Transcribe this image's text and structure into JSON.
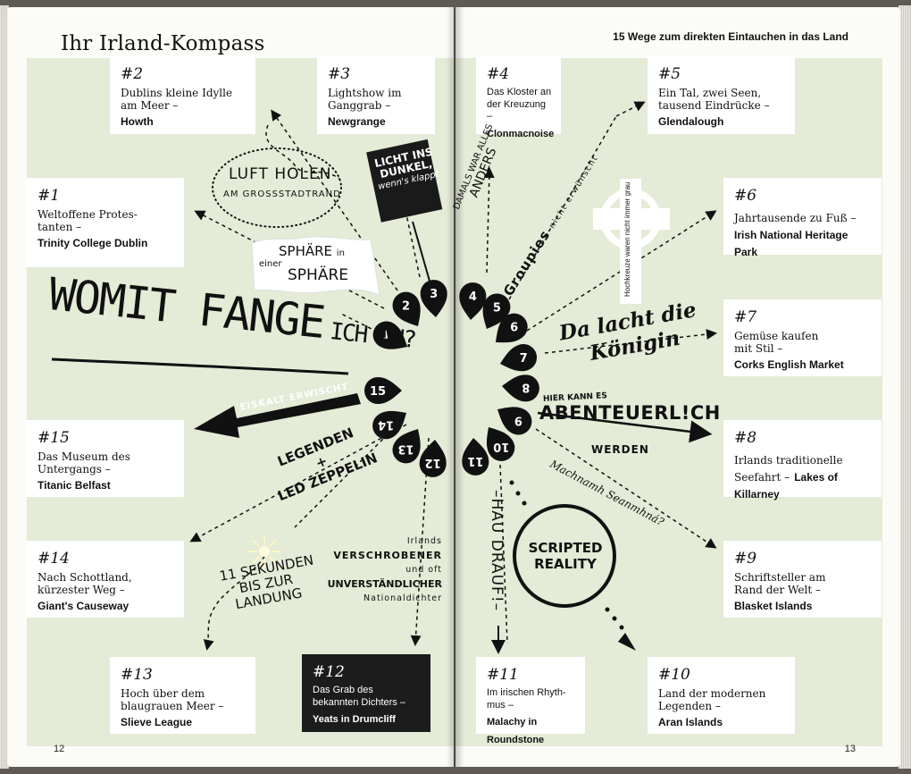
{
  "left_page": {
    "title": "Ihr Irland-Kompass",
    "page_number": "12",
    "headline": "WOMIT FANGE ICH AN?",
    "headline_main": "WOMIT FANGE",
    "headline_small": "ICH AN?"
  },
  "right_page": {
    "subtitle": "15 Wege zum direkten Eintauchen in das Land",
    "page_number": "13"
  },
  "entries": [
    {
      "num": "#1",
      "text": "Weltoffene Protes-tanten –",
      "place": "Trinity College Dublin"
    },
    {
      "num": "#2",
      "text": "Dublins kleine Idylle am Meer –",
      "place": "Howth"
    },
    {
      "num": "#3",
      "text": "Lightshow im Ganggrab –",
      "place": "Newgrange"
    },
    {
      "num": "#4",
      "text": "Das Kloster an der Kreuzung –",
      "place": "Clonmacnoise"
    },
    {
      "num": "#5",
      "text": "Ein Tal, zwei Seen, tausend Eindrücke –",
      "place": "Glendalough"
    },
    {
      "num": "#6",
      "text": "Jahrtausende zu Fuß –",
      "place": "Irish National Heritage Park"
    },
    {
      "num": "#7",
      "text": "Gemüse kaufen mit Stil –",
      "place": "Corks English Market"
    },
    {
      "num": "#8",
      "text": "Irlands traditionelle Seefahrt –",
      "place": "Lakes of Killarney"
    },
    {
      "num": "#9",
      "text": "Schriftsteller am Rand der Welt –",
      "place": "Blasket Islands"
    },
    {
      "num": "#10",
      "text": "Land der modernen Legenden –",
      "place": "Aran Islands"
    },
    {
      "num": "#11",
      "text": "Im irischen Rhyth-mus –",
      "place": "Malachy in Roundstone"
    },
    {
      "num": "#12",
      "text": "Das Grab des bekannten Dichters –",
      "place": "Yeats in Drumcliff"
    },
    {
      "num": "#13",
      "text": "Hoch über dem blaugrauen Meer –",
      "place": "Slieve League"
    },
    {
      "num": "#14",
      "text": "Nach Schottland, kürzester Weg –",
      "place": "Giant's Causeway"
    },
    {
      "num": "#15",
      "text": "Das Museum des Untergangs –",
      "place": "Titanic Belfast"
    }
  ],
  "pins": [
    "1",
    "2",
    "3",
    "4",
    "5",
    "6",
    "7",
    "8",
    "9",
    "10",
    "11",
    "12",
    "13",
    "14",
    "15"
  ],
  "annotations": {
    "luft_holen": "LUFT HOLEN",
    "grossstadtrand": "AM GROSSSTADTRAND",
    "sphaere_1": "SPHÄRE",
    "sphaere_in": "in",
    "sphaere_einer": "einer",
    "sphaere_2": "SPHÄRE",
    "licht_1": "LICHT INS",
    "licht_2": "DUNKEL,",
    "licht_3": "wenn's klappt",
    "damals_1": "DAMALS WAR ALLES",
    "damals_2": "ANDERS",
    "groupies": "Groupies",
    "groupies_small": "nicht erwünscht",
    "hochkreuze": "Hochkreuze waren nicht immer grau",
    "koenigin_1": "Da lacht die",
    "koenigin_2": "Königin",
    "abenteuer_pre": "HIER KANN ES",
    "abenteuer": "ABENTEUERL!CH",
    "abenteuer_post": "WERDEN",
    "machnamh": "Machnamh Seanmhná?",
    "scripted_1": "SCRIPTED",
    "scripted_2": "REALITY",
    "hau_drauf": "–HAU DRAUF!–",
    "verschrobener": [
      "Irlands",
      "VERSCHROBENER",
      "und oft",
      "UNVERSTÄNDLICHER",
      "Nationaldichter"
    ],
    "sekunden": [
      "11 SEKUNDEN",
      "BIS ZUR",
      "LANDUNG"
    ],
    "legenden": [
      "LEGENDEN",
      "+",
      "LED ZEPPELIN"
    ],
    "eiskalt": "EISKALT ERWISCHT"
  },
  "colors": {
    "background_green": "#e4ebd6",
    "ink": "#111111",
    "page": "#fbfbf8"
  }
}
